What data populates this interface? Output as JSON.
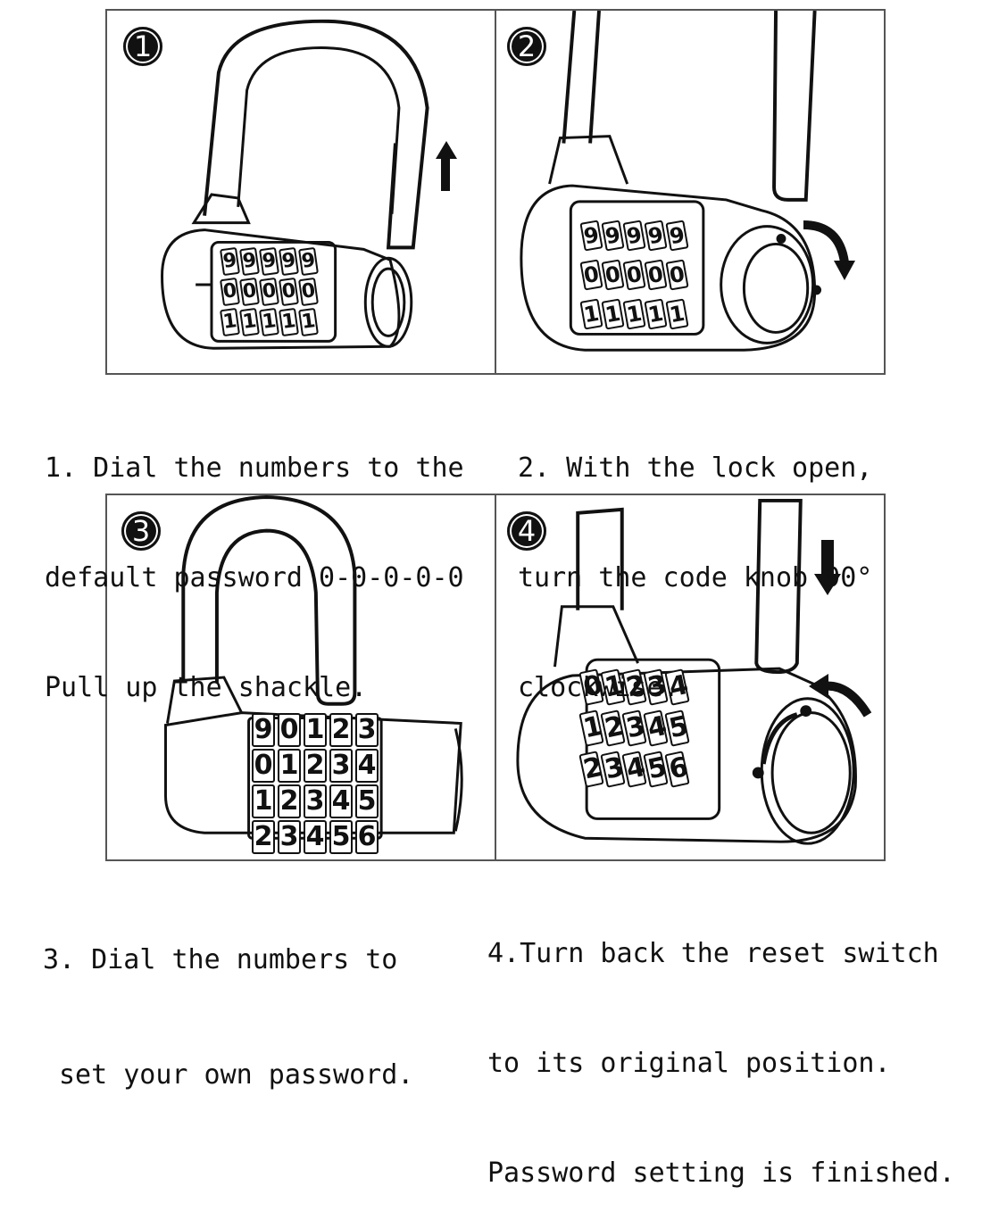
{
  "steps": [
    {
      "number": "1",
      "caption_lines": [
        "1. Dial the numbers to the",
        "default password 0-0-0-0-0",
        "Pull up the shackle."
      ],
      "dial_rows": [
        [
          "9",
          "9",
          "9",
          "9",
          "9"
        ],
        [
          "0",
          "0",
          "0",
          "0",
          "0"
        ],
        [
          "1",
          "1",
          "1",
          "1",
          "1"
        ]
      ]
    },
    {
      "number": "2",
      "caption_lines": [
        "2. With the lock open,",
        "turn the code knob 90°",
        "clockwise."
      ],
      "dial_rows": [
        [
          "9",
          "9",
          "9",
          "9",
          "9"
        ],
        [
          "0",
          "0",
          "0",
          "0",
          "0"
        ],
        [
          "1",
          "1",
          "1",
          "1",
          "1"
        ]
      ]
    },
    {
      "number": "3",
      "caption_lines": [
        "3. Dial the numbers to",
        "set your own password."
      ],
      "dial_rows": [
        [
          "9",
          "0",
          "1",
          "2",
          "3"
        ],
        [
          "0",
          "1",
          "2",
          "3",
          "4"
        ],
        [
          "1",
          "2",
          "3",
          "4",
          "5"
        ],
        [
          "2",
          "3",
          "4",
          "5",
          "6"
        ]
      ]
    },
    {
      "number": "4",
      "caption_lines": [
        "4.Turn back the reset switch",
        "to its original position.",
        "Password setting is finished."
      ],
      "dial_rows": [
        [
          "0",
          "1",
          "2",
          "3",
          "4"
        ],
        [
          "1",
          "2",
          "3",
          "4",
          "5"
        ],
        [
          "2",
          "3",
          "4",
          "5",
          "6"
        ]
      ]
    }
  ],
  "icons": {
    "badge": "circled-number-icon",
    "lock": "combination-padlock-icon",
    "up_arrow": "arrow-up-icon",
    "down_arrow": "arrow-down-icon",
    "rotate_cw": "rotate-clockwise-icon",
    "rotate_ccw": "rotate-counterclockwise-icon"
  },
  "colors": {
    "line": "#111111",
    "panel_border": "#555555",
    "background": "#ffffff"
  }
}
